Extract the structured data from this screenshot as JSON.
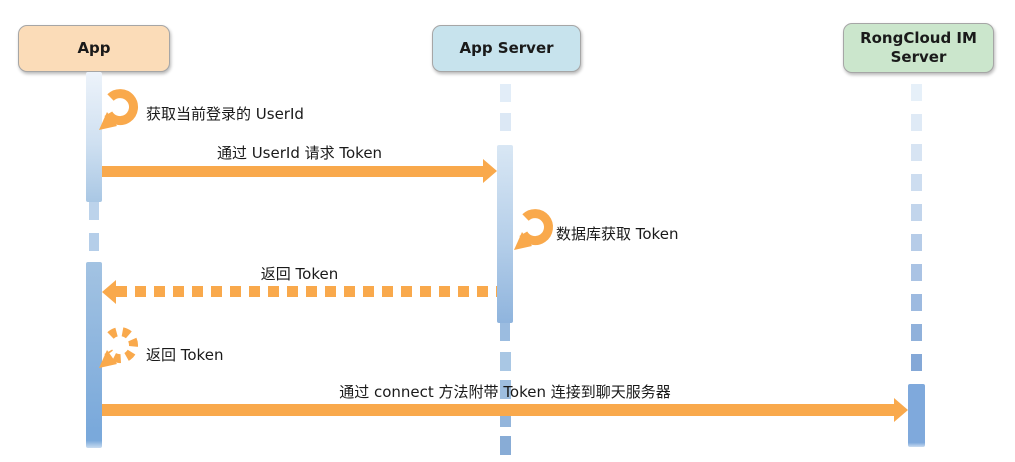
{
  "actors": [
    {
      "label": "App",
      "fill": "#FBDCB8"
    },
    {
      "label": "App Server",
      "fill": "#C7E3ED"
    },
    {
      "label": "RongCloud IM Server",
      "fill": "#CBE6CC"
    }
  ],
  "messages": [
    {
      "label": "获取当前登录的 UserId",
      "type": "self-solid",
      "from": "App",
      "to": "App",
      "icon": "self-loop-arrow"
    },
    {
      "label": "通过 UserId 请求 Token",
      "type": "solid",
      "from": "App",
      "to": "App Server"
    },
    {
      "label": "数据库获取 Token",
      "type": "self-solid",
      "from": "App Server",
      "to": "App Server",
      "icon": "self-loop-arrow"
    },
    {
      "label": "返回 Token",
      "type": "dashed",
      "from": "App Server",
      "to": "App"
    },
    {
      "label": "返回 Token",
      "type": "self-dashed",
      "from": "App",
      "to": "App",
      "icon": "self-loop-arrow-dashed"
    },
    {
      "label": "通过 connect 方法附带 Token 连接到聊天服务器",
      "type": "solid",
      "from": "App",
      "to": "RongCloud IM Server"
    }
  ],
  "colors": {
    "arrow": "#F9A94C",
    "actor-app": "#FBDCB8",
    "actor-app-server": "#C7E3ED",
    "actor-rongcloud": "#CBE6CC",
    "actor-border": "#A6A6A6",
    "activation-dark": "#7AA9DB",
    "activation-light": "#D9E7F4",
    "lifeline-light": "#DEEBF7",
    "text": "#1A1A1A"
  }
}
